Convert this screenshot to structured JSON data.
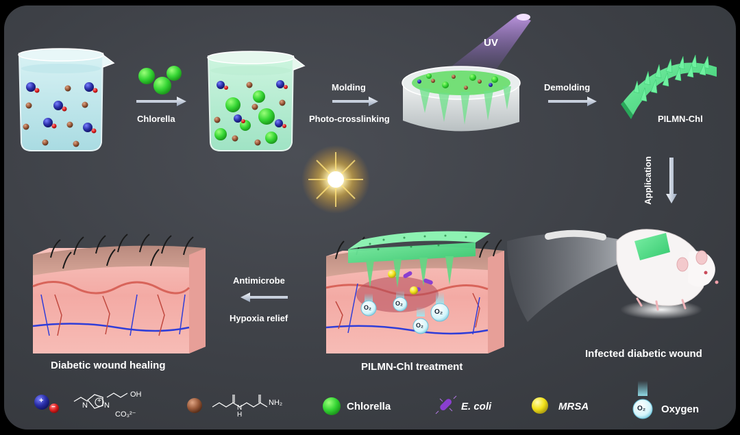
{
  "steps": {
    "chlorella": "Chlorella",
    "molding": "Molding",
    "photo_crosslinking": "Photo-crosslinking",
    "uv": "UV",
    "demolding": "Demolding",
    "pilmn_chl": "PILMN-Chl",
    "application": "Application",
    "infected_wound": "Infected  diabetic wound",
    "treatment": "PILMN-Chl treatment",
    "antimicrobe": "Antimicrobe",
    "hypoxia_relief": "Hypoxia relief",
    "healing": "Diabetic wound healing"
  },
  "oxygen_symbols": [
    "O₂",
    "O₂",
    "O₂",
    "O₂"
  ],
  "legend": {
    "ionic_liquid": {
      "charge_plus": "+",
      "charge_minus": "−",
      "n_plus": "N",
      "n_plus_charge": "+",
      "n": "N",
      "oh": "OH",
      "counter_ion": "CO₃²⁻"
    },
    "monomer": {
      "h": "H",
      "n": "N",
      "nh2": "NH₂"
    },
    "chlorella": "Chlorella",
    "ecoli": "E. coli",
    "mrsa": "MRSA",
    "o2_symbol": "O₂",
    "oxygen": "Oxygen"
  },
  "colors": {
    "panel": "#3f4248",
    "chlorella_green": "#3ddc3a",
    "patch_green": "#4fe08a",
    "cation_blue": "#2a2fa8",
    "anion_red": "#e02020",
    "monomer_brown": "#9a5a3a",
    "ecoli_purple": "#8a3fd0",
    "mrsa_yellow": "#f2e21a",
    "oxygen_cyan": "#bfeef8",
    "skin_pink": "#f3b0a8",
    "arrow": "#dfe6f0"
  }
}
